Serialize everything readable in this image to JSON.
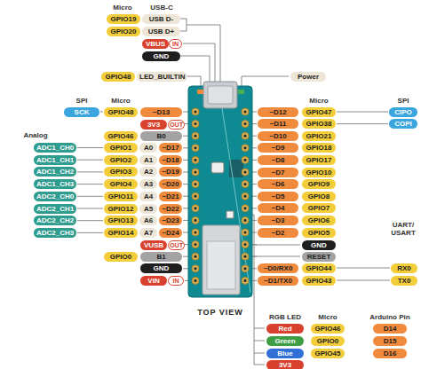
{
  "diagram": {
    "labels": [
      "Micro",
      "USB-C",
      "GPIO19",
      "USB D-",
      "GPIO20",
      "USB D+",
      "VBUS",
      "IN",
      "GND",
      "GPIO48",
      "LED_BUILTIN",
      "Power",
      "SPI",
      "Micro",
      "SCK",
      "GPIO48",
      "~D13",
      "3V3",
      "OUT",
      "Analog",
      "GPIO46",
      "B0",
      "ADC1_CH0",
      "GPIO1",
      "A0",
      "~D17",
      "ADC1_CH1",
      "GPIO2",
      "A1",
      "~D18",
      "ADC1_CH2",
      "GPIO3",
      "A2",
      "~D19",
      "ADC1_CH3",
      "GPIO4",
      "A3",
      "~D20",
      "ADC2_CH0",
      "GPIO11",
      "A4",
      "~D21",
      "ADC2_CH1",
      "GPIO12",
      "A5",
      "~D22",
      "ADC2_CH2",
      "GPIO13",
      "A6",
      "~D23",
      "ADC2_CH3",
      "GPIO14",
      "A7",
      "~D24",
      "VUSB",
      "OUT",
      "GPIO0",
      "B1",
      "GND",
      "VIN",
      "IN",
      "Micro",
      "SPI",
      "~D12",
      "GPIO47",
      "CIPO",
      "~D11",
      "GPIO38",
      "COPI",
      "~D10",
      "GPIO21",
      "~D9",
      "GPIO18",
      "~D8",
      "GPIO17",
      "~D7",
      "GPIO10",
      "~D6",
      "GPIO9",
      "~D5",
      "GPIO8",
      "~D4",
      "GPIO7",
      "~D3",
      "GPIO6",
      "~D2",
      "GPIO5",
      "GND",
      "UART/ USART",
      "RESET",
      "~D0/RX0",
      "GPIO44",
      "RX0",
      "~D1/TX0",
      "GPIO43",
      "TX0",
      "TOP VIEW",
      "RGB LED",
      "Micro",
      "Arduino Pin",
      "Red",
      "GPIO46",
      "D14",
      "Green",
      "GPIO0",
      "D15",
      "Blue",
      "GPIO45",
      "D16",
      "3V3"
    ]
  }
}
